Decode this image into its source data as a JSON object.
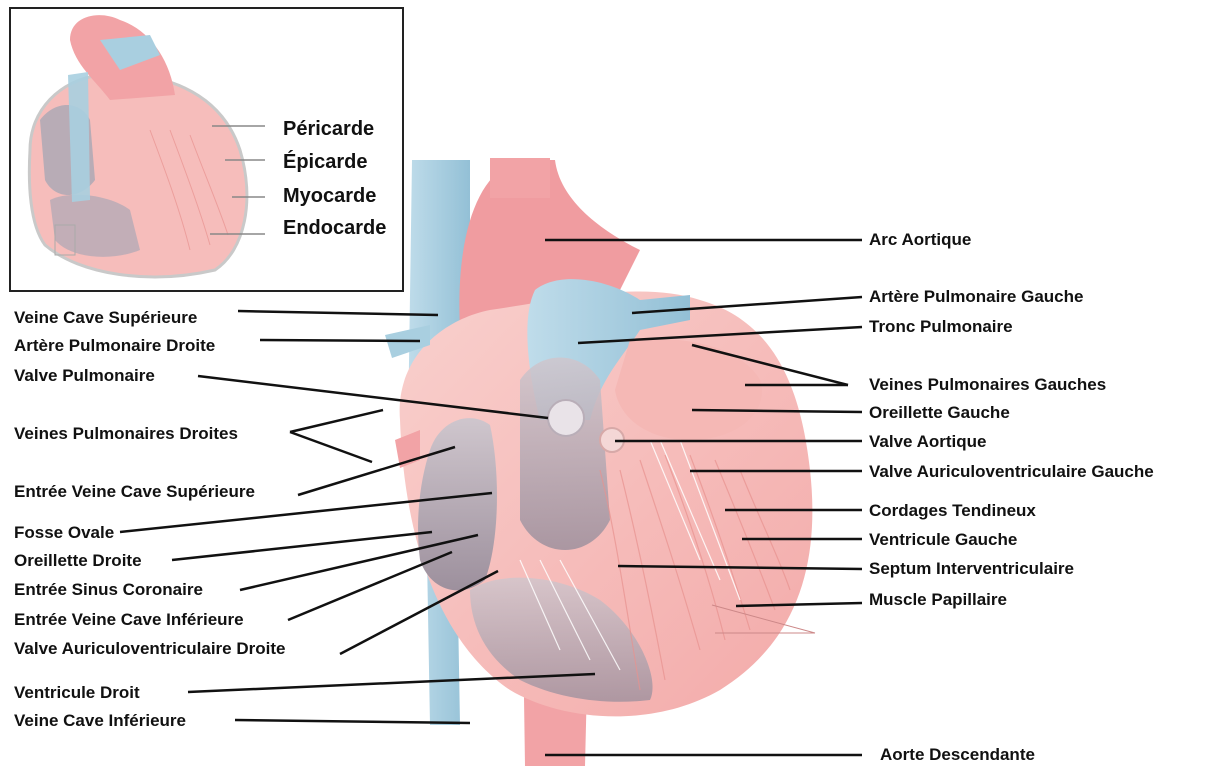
{
  "inset": {
    "labels": [
      "Péricarde",
      "Épicarde",
      "Myocarde",
      "Endocarde"
    ]
  },
  "labels_left": [
    "Veine Cave Supérieure",
    "Artère Pulmonaire Droite",
    "Valve Pulmonaire",
    "Veines Pulmonaires Droites",
    "Entrée Veine Cave Supérieure",
    "Fosse Ovale",
    "Oreillette Droite",
    "Entrée Sinus Coronaire",
    "Entrée Veine Cave Inférieure",
    "Valve Auriculoventriculaire Droite",
    "Ventricule Droit",
    "Veine Cave Inférieure"
  ],
  "labels_right": [
    "Arc Aortique",
    "Artère Pulmonaire Gauche",
    "Tronc Pulmonaire",
    "Veines Pulmonaires Gauches",
    "Oreillette Gauche",
    "Valve Aortique",
    "Valve Auriculoventriculaire Gauche",
    "Cordages Tendineux",
    "Ventricule Gauche",
    "Septum Interventriculaire",
    "Muscle Papillaire"
  ],
  "labels_bottom": [
    "Aorte Descendante"
  ],
  "colors": {
    "vein_blue": "#a9cfe0",
    "artery_red": "#f2a3a6",
    "muscle_pink": "#f7c4c2",
    "chamber_grey": "#b3a9b4",
    "leader_line": "#111111"
  }
}
